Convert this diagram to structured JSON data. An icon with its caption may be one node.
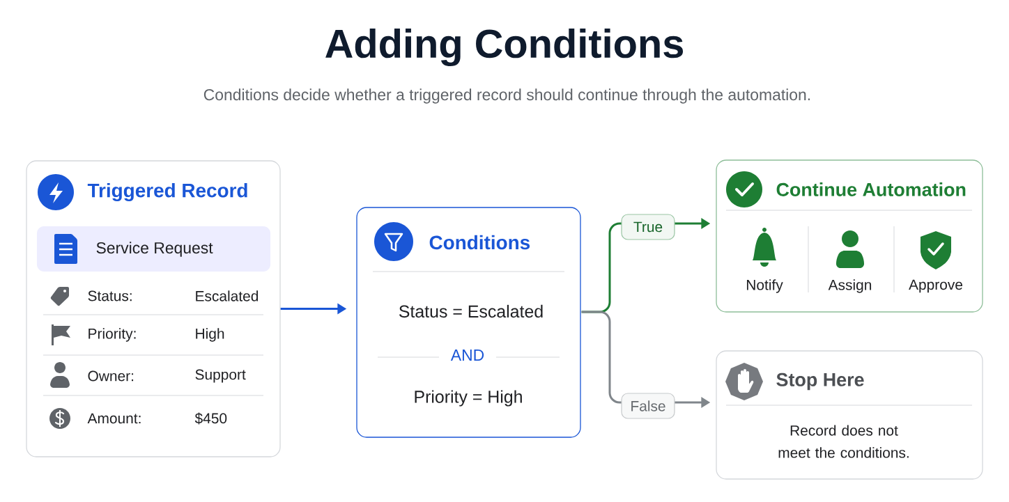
{
  "diagram": {
    "title": "Adding Conditions",
    "caption": "Conditions decide whether a triggered record should continue through the automation.",
    "nodes": [
      {
        "text": [
          "Triggered Record"
        ]
      },
      {
        "text": [
          "Service Request"
        ],
        "in": 0
      },
      {
        "text": [
          "Conditions",
          "Status = Escalated",
          "AND",
          "Priority = High"
        ]
      },
      {
        "text": [
          "Continue Automation",
          "Notify",
          "Assign",
          "Approve"
        ]
      },
      {
        "text": [
          "Stop Here",
          "Record does not meet the conditions."
        ]
      }
    ],
    "edges": [
      {
        "from": 0,
        "to": 2,
        "arrow": "to",
        "color": "#1a56d6"
      },
      {
        "from": 2,
        "to": 3,
        "arrow": "to",
        "label": "True",
        "color": "#1e7e34"
      },
      {
        "from": 2,
        "to": 4,
        "arrow": "to",
        "label": "False",
        "color": "#80868b"
      }
    ],
    "labels": [
      "Status:",
      "Escalated",
      "Priority:",
      "High",
      "Owner:",
      "Support",
      "Amount:",
      "$450"
    ]
  }
}
